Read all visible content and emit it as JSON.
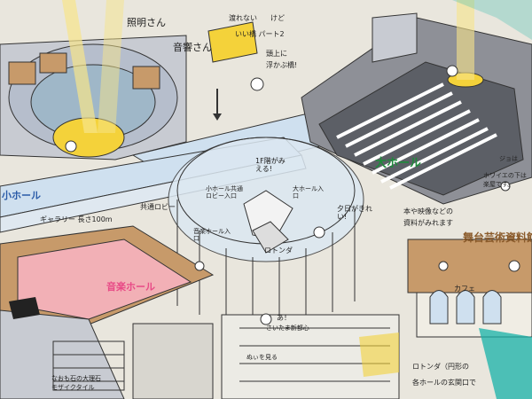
{
  "labels": {
    "lighting": "照明さん",
    "sound": "音響さん",
    "bridge_title_1": "渡れない",
    "bridge_title_2": "けど",
    "bridge_title_3": "いい橋 パート2",
    "bridge_note_1": "頭上に",
    "bridge_note_2": "浮かぶ橋!",
    "small_hall": "小ホール",
    "gallery": "ギャラリー 長さ100m",
    "common_lobby": "共通ロビー",
    "music_hall": "音楽ホール",
    "grand_hall": "大ホール",
    "rotunda": "ロトンダ",
    "bubble_second_floor": "1F階がみえる!",
    "small_hall_lobby_entrance": "小ホール共通ロビー入口",
    "grand_hall_entrance": "大ホール入口",
    "music_hall_entrance": "音楽ホール入口",
    "bubble_sunset": "夕日がきれい!",
    "archive_1": "本や映像などの",
    "archive_2": "資料がみれます",
    "stage_museum": "舞台芸術資料館",
    "cafe": "カフェ",
    "tile_note_1": "なおも石の大理石",
    "tile_note_2": "モザイクタイル",
    "rotunda_note": "ロトンダ（円形の",
    "rotunda_note_2": "各ホールの玄関口で",
    "ah_note": "あ！",
    "ah_note_2": "さいたま新都心",
    "look_up": "ぬぃを見る",
    "usher_note": "ホワイエの下は",
    "usher_note_2": "楽屋です。",
    "lounge_note": "ジョは"
  },
  "colors": {
    "paper": "#e9e6dd",
    "stage_gray": "#8e9097",
    "glass_blue": "#cfe0ef",
    "seat_pink": "#f2b0b6",
    "yellow": "#f4d23a",
    "teal": "#17b2a8",
    "wood": "#c79a6a"
  }
}
